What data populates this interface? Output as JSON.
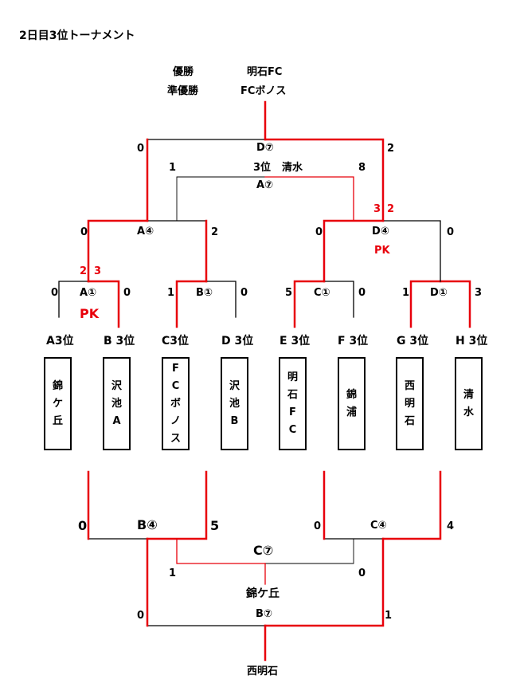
{
  "title": "2日目3位トーナメント",
  "top_results": {
    "winner_label": "優勝",
    "winner": "明石FC",
    "runner_up_label": "準優勝",
    "runner_up": "FCボノス"
  },
  "upper": {
    "final": {
      "code": "D⑦",
      "left_score": "0",
      "right_score": "2"
    },
    "third_place": {
      "label": "3位",
      "team": "清水",
      "code": "A⑦",
      "left_score": "1",
      "right_score": "8"
    },
    "semi_left": {
      "code": "A④",
      "left_score": "0",
      "right_score": "2"
    },
    "semi_right": {
      "code": "D④",
      "left_score": "0",
      "right_score": "0",
      "pk_left": "3",
      "pk_right": "2",
      "pk_label": "PK"
    },
    "qf": [
      {
        "code": "A①",
        "left_score": "0",
        "right_score": "0",
        "pk_left": "2",
        "pk_right": "3",
        "pk_label": "PK"
      },
      {
        "code": "B①",
        "left_score": "1",
        "right_score": "0"
      },
      {
        "code": "C①",
        "left_score": "5",
        "right_score": "0"
      },
      {
        "code": "D①",
        "left_score": "1",
        "right_score": "3"
      }
    ]
  },
  "teams": [
    {
      "seed": "A3位",
      "name": [
        "錦",
        "ケ",
        "丘"
      ]
    },
    {
      "seed": "B 3位",
      "name": [
        "沢",
        "池",
        "A"
      ]
    },
    {
      "seed": "C3位",
      "name": [
        "F",
        "C",
        "ボ",
        "ノ",
        "ス"
      ]
    },
    {
      "seed": "D 3位",
      "name": [
        "沢",
        "池",
        "B"
      ]
    },
    {
      "seed": "E 3位",
      "name": [
        "明",
        "石",
        "F",
        "C"
      ]
    },
    {
      "seed": "F 3位",
      "name": [
        "錦",
        "浦"
      ]
    },
    {
      "seed": "G 3位",
      "name": [
        "西",
        "明",
        "石"
      ]
    },
    {
      "seed": "H 3位",
      "name": [
        "清",
        "水"
      ]
    }
  ],
  "lower": {
    "b4": {
      "code": "B④",
      "left_score": "0",
      "right_score": "5"
    },
    "c4": {
      "code": "C④",
      "left_score": "0",
      "right_score": "4"
    },
    "c7": {
      "code": "C⑦",
      "left_score": "1",
      "right_score": "0",
      "winner": "錦ケ丘"
    },
    "b7": {
      "code": "B⑦",
      "left_score": "0",
      "right_score": "1",
      "winner": "西明石"
    }
  },
  "colors": {
    "win_line": "#e8000b",
    "line": "#000000",
    "accent": "#e8000b"
  }
}
